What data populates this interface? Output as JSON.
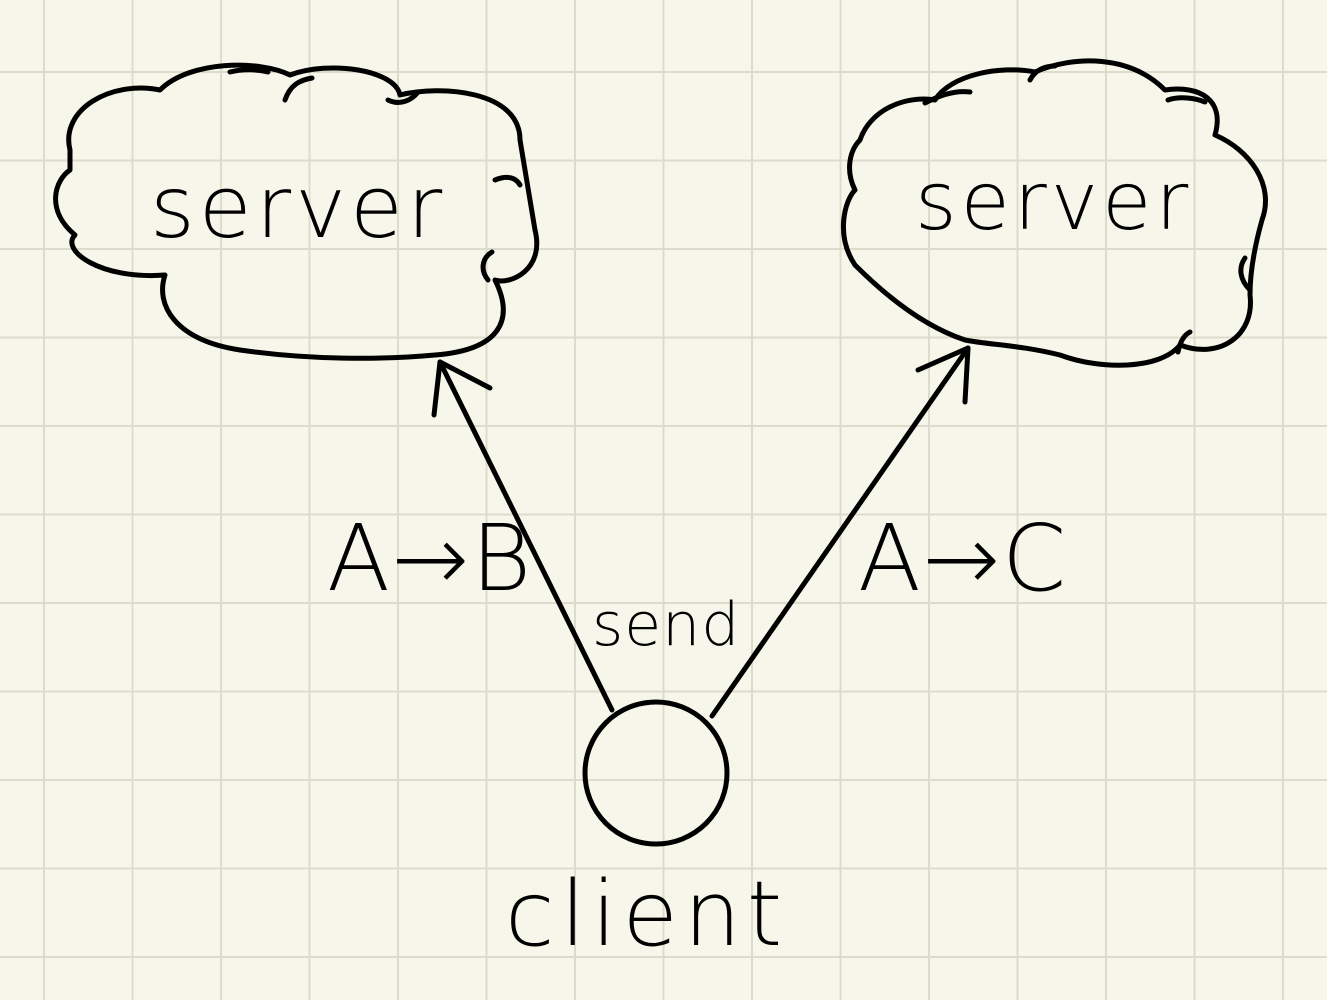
{
  "diagram": {
    "nodes": {
      "server_left": {
        "label": "server"
      },
      "server_right": {
        "label": "server"
      },
      "client": {
        "label": "client"
      }
    },
    "edges": {
      "to_left": {
        "label": "A→B"
      },
      "to_right": {
        "label": "A→C"
      }
    },
    "action_label": "send"
  },
  "colors": {
    "ink": "#000000",
    "paper": "#f7f6ea",
    "grid": "#dcdccc"
  }
}
